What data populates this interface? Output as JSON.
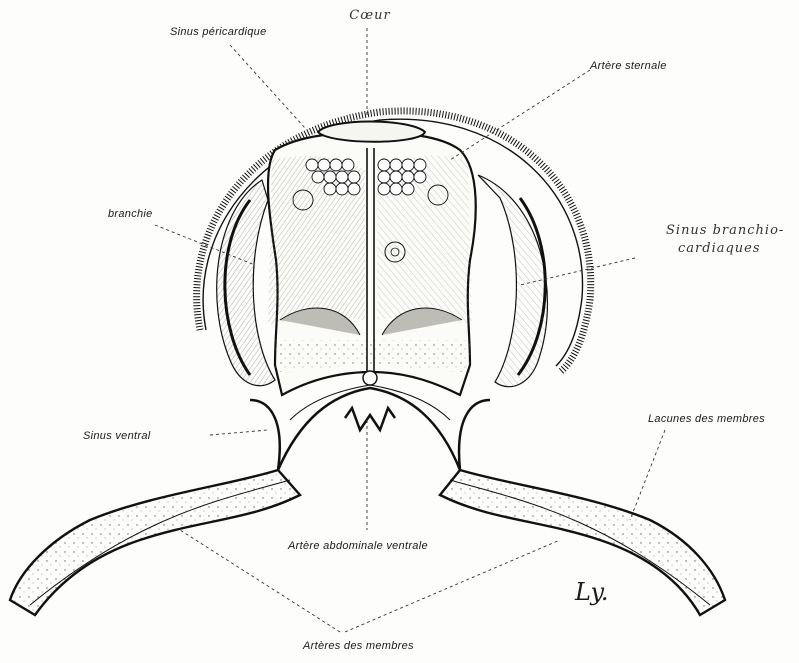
{
  "labels": {
    "coeur": "Cœur",
    "sinus_pericardique": "Sinus péricardique",
    "artere_sternale": "Artère sternale",
    "branchie": "branchie",
    "sinus_branchio_line1": "Sinus branchio-",
    "sinus_branchio_line2": "cardiaques",
    "sinus_ventral": "Sinus ventral",
    "lacunes_des_membres": "Lacunes des membres",
    "artere_abdominale_ventrale": "Artère abdominale ventrale",
    "arteres_des_membres": "Artères des membres",
    "signature": "Ly."
  },
  "colors": {
    "ink": "#111111",
    "paper": "#fdfdfb",
    "hatch": "#555555"
  }
}
